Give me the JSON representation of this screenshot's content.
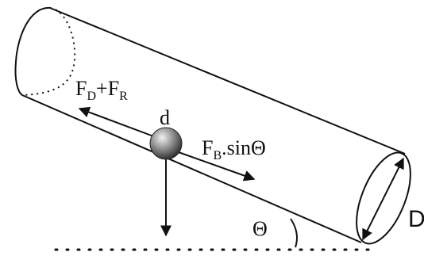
{
  "labels": {
    "drag_friction": {
      "main1": "F",
      "sub1": "D",
      "plus": "+F",
      "sub2": "R"
    },
    "particle_diameter": "d",
    "buoyancy_component": {
      "main": "F",
      "sub": "B",
      "rest": ".sinΘ"
    },
    "pipe_diameter": "D",
    "angle": "Θ"
  },
  "colors": {
    "line": "#111111",
    "particle_dark": "#3a3a3a",
    "particle_light": "#f2f2f2"
  }
}
